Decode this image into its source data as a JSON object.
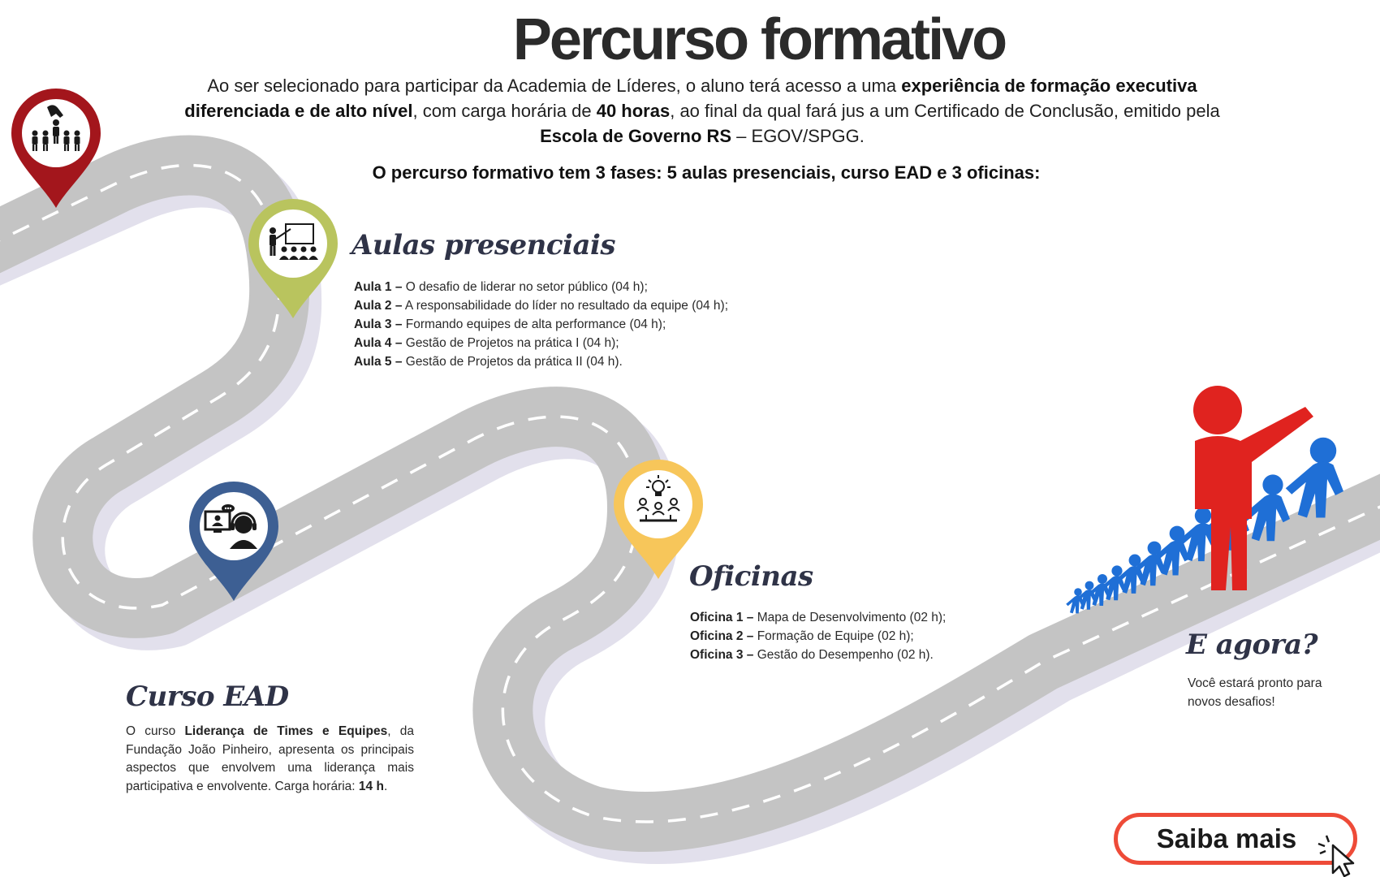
{
  "header": {
    "title": "Percurso formativo",
    "intro_p1": "Ao ser selecionado para participar da Academia de Líderes, o aluno terá acesso a uma ",
    "intro_b1": "experiência de formação executiva diferenciada e de alto nível",
    "intro_p2": ", com carga horária de ",
    "intro_b2": "40 horas",
    "intro_p3": ", ao final da qual fará jus a um Certificado de Conclusão, emitido pela ",
    "intro_b3": "Escola de Governo RS",
    "intro_p4": " – EGOV/SPGG.",
    "phases": "O percurso formativo tem 3 fases: 5 aulas presenciais, curso EAD e 3 oficinas:"
  },
  "aulas": {
    "title": "Aulas presenciais",
    "items": [
      {
        "code": "Aula 1 –",
        "text": " O desafio de liderar no setor público (04 h);"
      },
      {
        "code": "Aula 2 –",
        "text": " A responsabilidade do líder no resultado da equipe (04 h);"
      },
      {
        "code": "Aula 3 –",
        "text": " Formando equipes de alta performance (04 h);"
      },
      {
        "code": "Aula 4 –",
        "text": " Gestão de Projetos na prática I (04 h);"
      },
      {
        "code": "Aula 5 –",
        "text": " Gestão de Projetos da prática II (04 h)."
      }
    ]
  },
  "ead": {
    "title": "Curso EAD",
    "p1": "O curso ",
    "b1": "Liderança de Times e Equipes",
    "p2": ", da Fundação João Pinheiro, apresenta os principais aspectos que envolvem uma liderança mais participativa e envolvente. Carga horária: ",
    "b2": "14 h",
    "p3": "."
  },
  "oficinas": {
    "title": "Oficinas",
    "items": [
      {
        "code": "Oficina 1 –",
        "text": " Mapa de Desenvolvimento (02 h);"
      },
      {
        "code": "Oficina 2 –",
        "text": " Formação de Equipe (02 h);"
      },
      {
        "code": "Oficina 3 –",
        "text": " Gestão do Desempenho (02 h)."
      }
    ]
  },
  "agora": {
    "title": "E agora?",
    "text": "Você estará pronto para novos desafios!"
  },
  "cta": {
    "label": "Saiba mais"
  },
  "icons": {
    "pin_start": "team-selection-icon",
    "pin_aulas": "classroom-teacher-icon",
    "pin_ead": "online-course-headset-icon",
    "pin_oficinas": "workshop-idea-icon",
    "crowd": "leader-and-team-figures-icon",
    "cursor": "pointer-cursor-icon"
  },
  "colors": {
    "pin_start": "#a3161c",
    "pin_aulas": "#b9c45e",
    "pin_ead": "#3d5f93",
    "pin_oficinas": "#f7c65a",
    "road": "#c4c4c4",
    "road_shadow": "#e2e0ec",
    "cta_border": "#ee4b38",
    "leader": "#e0231f",
    "team": "#1f6fd6"
  }
}
